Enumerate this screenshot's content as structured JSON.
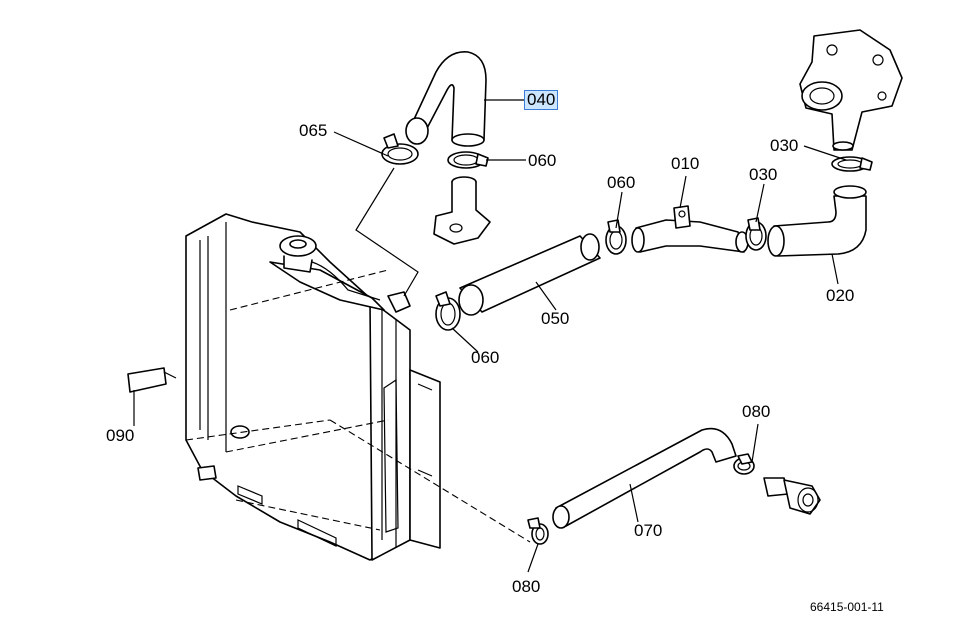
{
  "labels": {
    "p010": "010",
    "p020": "020",
    "p030a": "030",
    "p030b": "030",
    "p040": "040",
    "p050": "050",
    "p060a": "060",
    "p060b": "060",
    "p060c": "060",
    "p065": "065",
    "p070": "070",
    "p080a": "080",
    "p080b": "080",
    "p090": "090"
  },
  "highlighted_label": "040",
  "drawing_code": "66415-001-11",
  "colors": {
    "line": "#000000",
    "highlight_fill": "#cce6ff",
    "highlight_border": "#3a7bd5"
  }
}
